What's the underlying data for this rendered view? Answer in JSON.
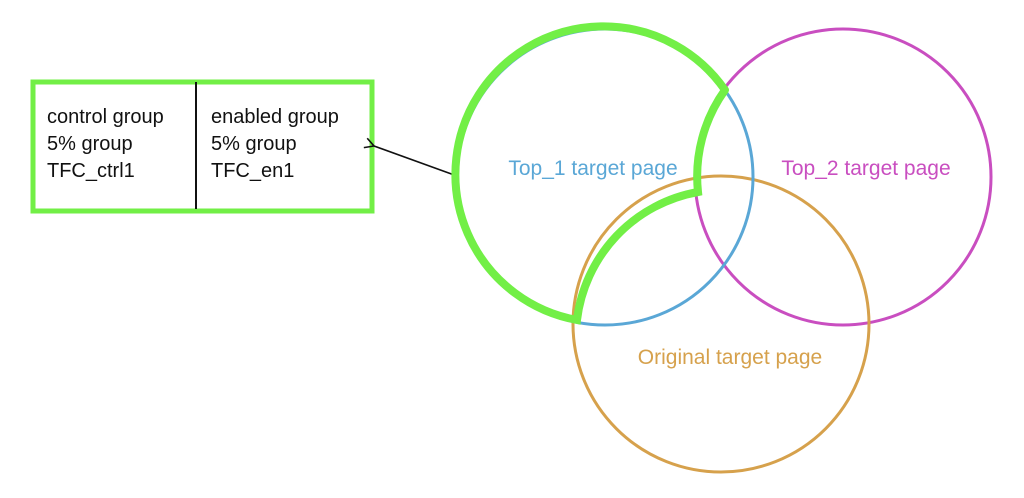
{
  "table": {
    "columns": [
      {
        "lines": [
          "control group",
          "5% group",
          "TFC_ctrl1"
        ]
      },
      {
        "lines": [
          "enabled group",
          "5% group",
          "TFC_en1"
        ]
      }
    ],
    "border_color": "#72ef46"
  },
  "circles": {
    "top1": {
      "label": "Top_1 target page",
      "color": "#5aa7d6",
      "highlight_color": "#72ef46"
    },
    "top2": {
      "label": "Top_2 target page",
      "color": "#c94ec0"
    },
    "original": {
      "label": "Original target page",
      "color": "#d6a14c"
    }
  },
  "arrow": {
    "color": "#111111"
  }
}
